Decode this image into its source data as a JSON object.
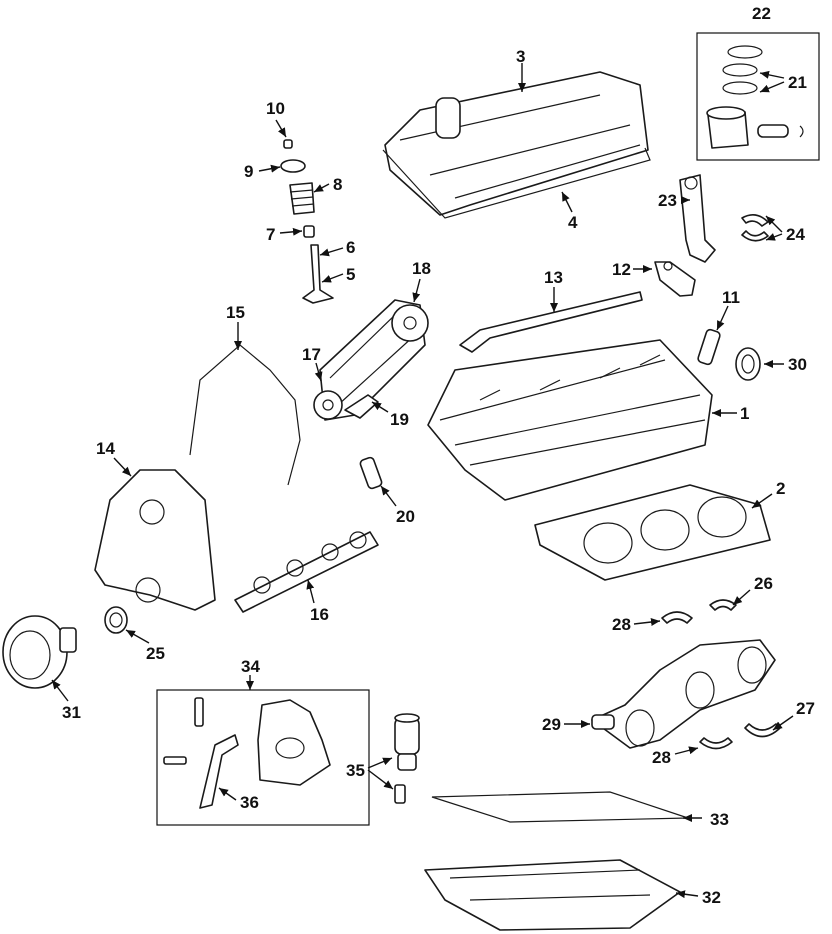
{
  "callouts": {
    "c1": "1",
    "c2": "2",
    "c3": "3",
    "c4": "4",
    "c5": "5",
    "c6": "6",
    "c7": "7",
    "c8": "8",
    "c9": "9",
    "c10": "10",
    "c11": "11",
    "c12": "12",
    "c13": "13",
    "c14": "14",
    "c15": "15",
    "c16": "16",
    "c17": "17",
    "c18": "18",
    "c19": "19",
    "c20": "20",
    "c21": "21",
    "c22": "22",
    "c23": "23",
    "c24": "24",
    "c25": "25",
    "c26": "26",
    "c27": "27",
    "c28a": "28",
    "c28b": "28",
    "c29": "29",
    "c30": "30",
    "c31": "31",
    "c32": "32",
    "c33": "33",
    "c34": "34",
    "c35": "35",
    "c36": "36"
  },
  "colors": {
    "line": "#1a1a1a",
    "background": "#ffffff"
  }
}
